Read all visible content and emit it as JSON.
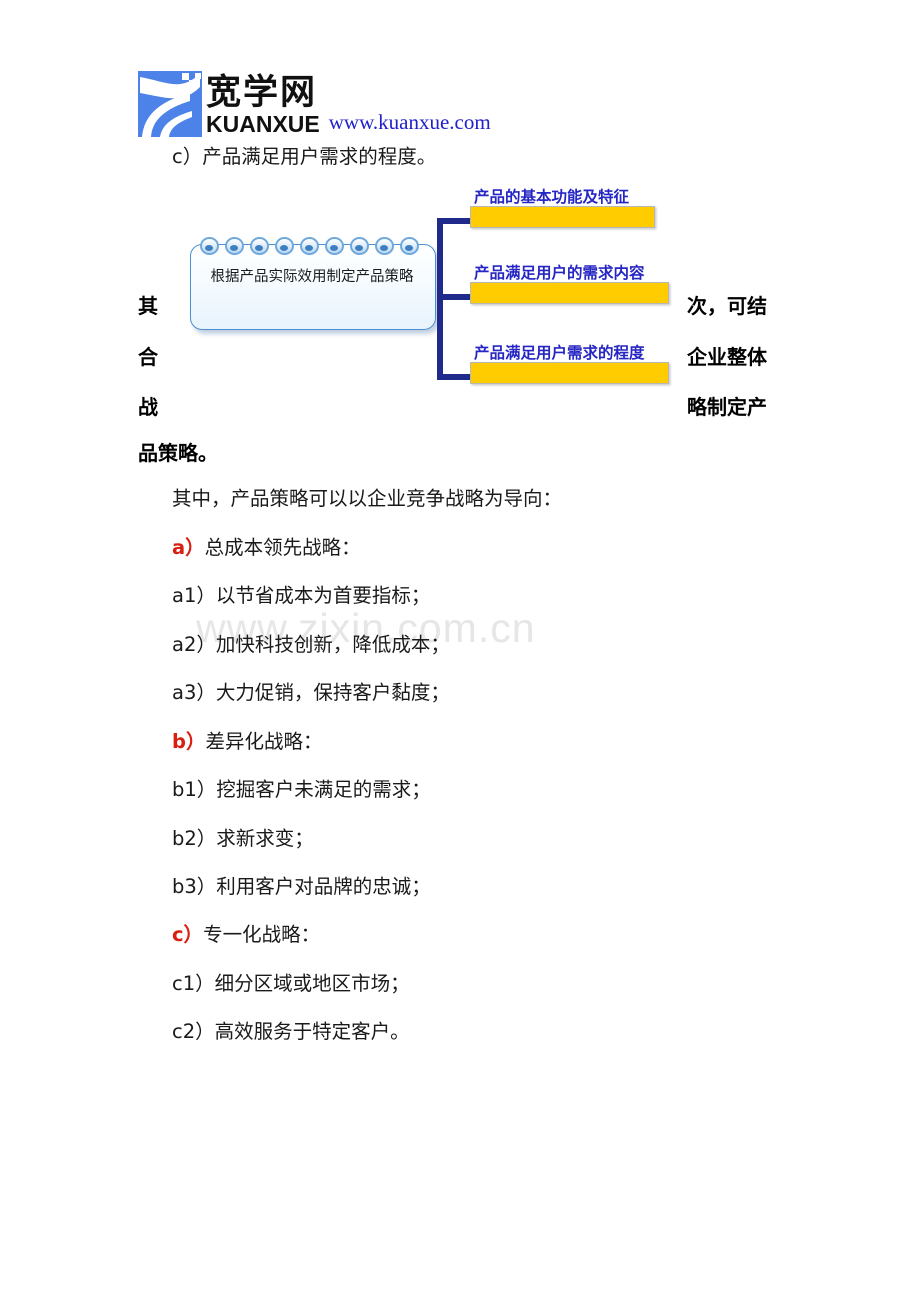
{
  "header": {
    "logo_cn": "宽学网",
    "logo_en": "KUANXUE",
    "logo_url": "www.kuanxue.com",
    "logo_bg_color": "#4d82e8",
    "logo_url_color": "#2020cc"
  },
  "watermark": {
    "text": "www.zixin.com.cn",
    "color": "#e6e6e6"
  },
  "figure": {
    "center_node": "根据产品实际效用制定产品策略",
    "branches": [
      {
        "label": "产品的基本功能及特征"
      },
      {
        "label": "产品满足用户的需求内容"
      },
      {
        "label": "产品满足用户需求的程度"
      }
    ],
    "bar_color": "#ffcc00",
    "connector_color": "#1f2a8a",
    "caption_color": "#2626c4",
    "note_border_color": "#4a8fd4"
  },
  "wrap_text": {
    "left": [
      "其",
      "合",
      "战",
      "品策略。"
    ],
    "right": [
      "次，可结",
      "企业整体",
      "略制定产"
    ]
  },
  "body": {
    "intro_line": "c）产品满足用户需求的程度。",
    "lead_line": "其中，产品策略可以以企业竞争战略为导向：",
    "items": [
      {
        "marker": "a）",
        "marker_red": true,
        "text": "总成本领先战略："
      },
      {
        "marker": "a1）",
        "marker_red": false,
        "text": "以节省成本为首要指标；"
      },
      {
        "marker": "a2）",
        "marker_red": false,
        "text": "加快科技创新，降低成本；"
      },
      {
        "marker": "a3）",
        "marker_red": false,
        "text": "大力促销，保持客户黏度；"
      },
      {
        "marker": "b）",
        "marker_red": true,
        "text": "差异化战略："
      },
      {
        "marker": "b1）",
        "marker_red": false,
        "text": "挖掘客户未满足的需求；"
      },
      {
        "marker": "b2）",
        "marker_red": false,
        "text": "求新求变；"
      },
      {
        "marker": "b3）",
        "marker_red": false,
        "text": "利用客户对品牌的忠诚；"
      },
      {
        "marker": "c）",
        "marker_red": true,
        "text": "专一化战略："
      },
      {
        "marker": "c1）",
        "marker_red": false,
        "text": "细分区域或地区市场；"
      },
      {
        "marker": "c2）",
        "marker_red": false,
        "text": "高效服务于特定客户。"
      }
    ]
  }
}
